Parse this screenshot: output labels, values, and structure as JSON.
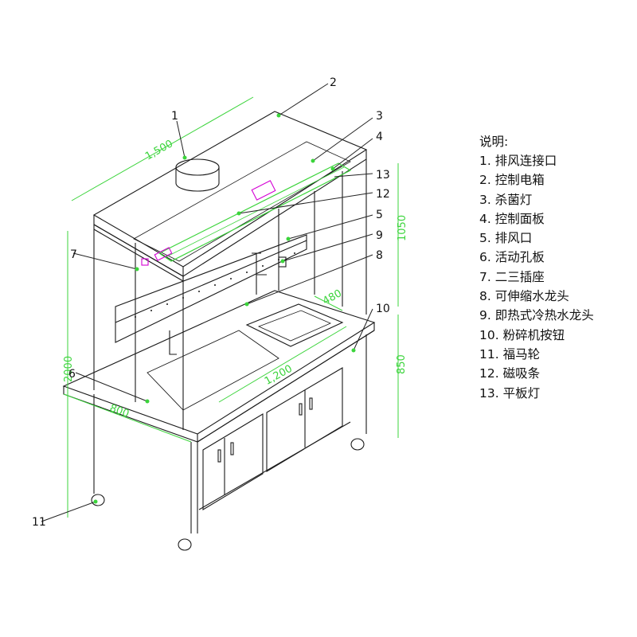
{
  "legend": {
    "title": "说明:",
    "items": [
      "1. 排风连接口",
      "2. 控制电箱",
      "3. 杀菌灯",
      "4. 控制面板",
      "5. 排风口",
      "6. 活动孔板",
      "7. 二三插座",
      "8. 可伸缩水龙头",
      "9. 即热式冷热水龙头",
      "10. 粉碎机按钮",
      "11. 福马轮",
      "12. 磁吸条",
      "13. 平板灯"
    ]
  },
  "callouts": [
    "1",
    "2",
    "3",
    "4",
    "5",
    "6",
    "7",
    "8",
    "9",
    "10",
    "11",
    "12",
    "13"
  ],
  "dimensions": {
    "width_top": "1,500",
    "height_total": "2000",
    "height_hood": "1050",
    "height_bench": "850",
    "depth": "800",
    "bench_length": "1,200",
    "sink_width": "480"
  },
  "colors": {
    "line": "#1a1a1a",
    "dimension": "#3bd43b",
    "highlight": "#d400d4",
    "leader": "#222222"
  }
}
